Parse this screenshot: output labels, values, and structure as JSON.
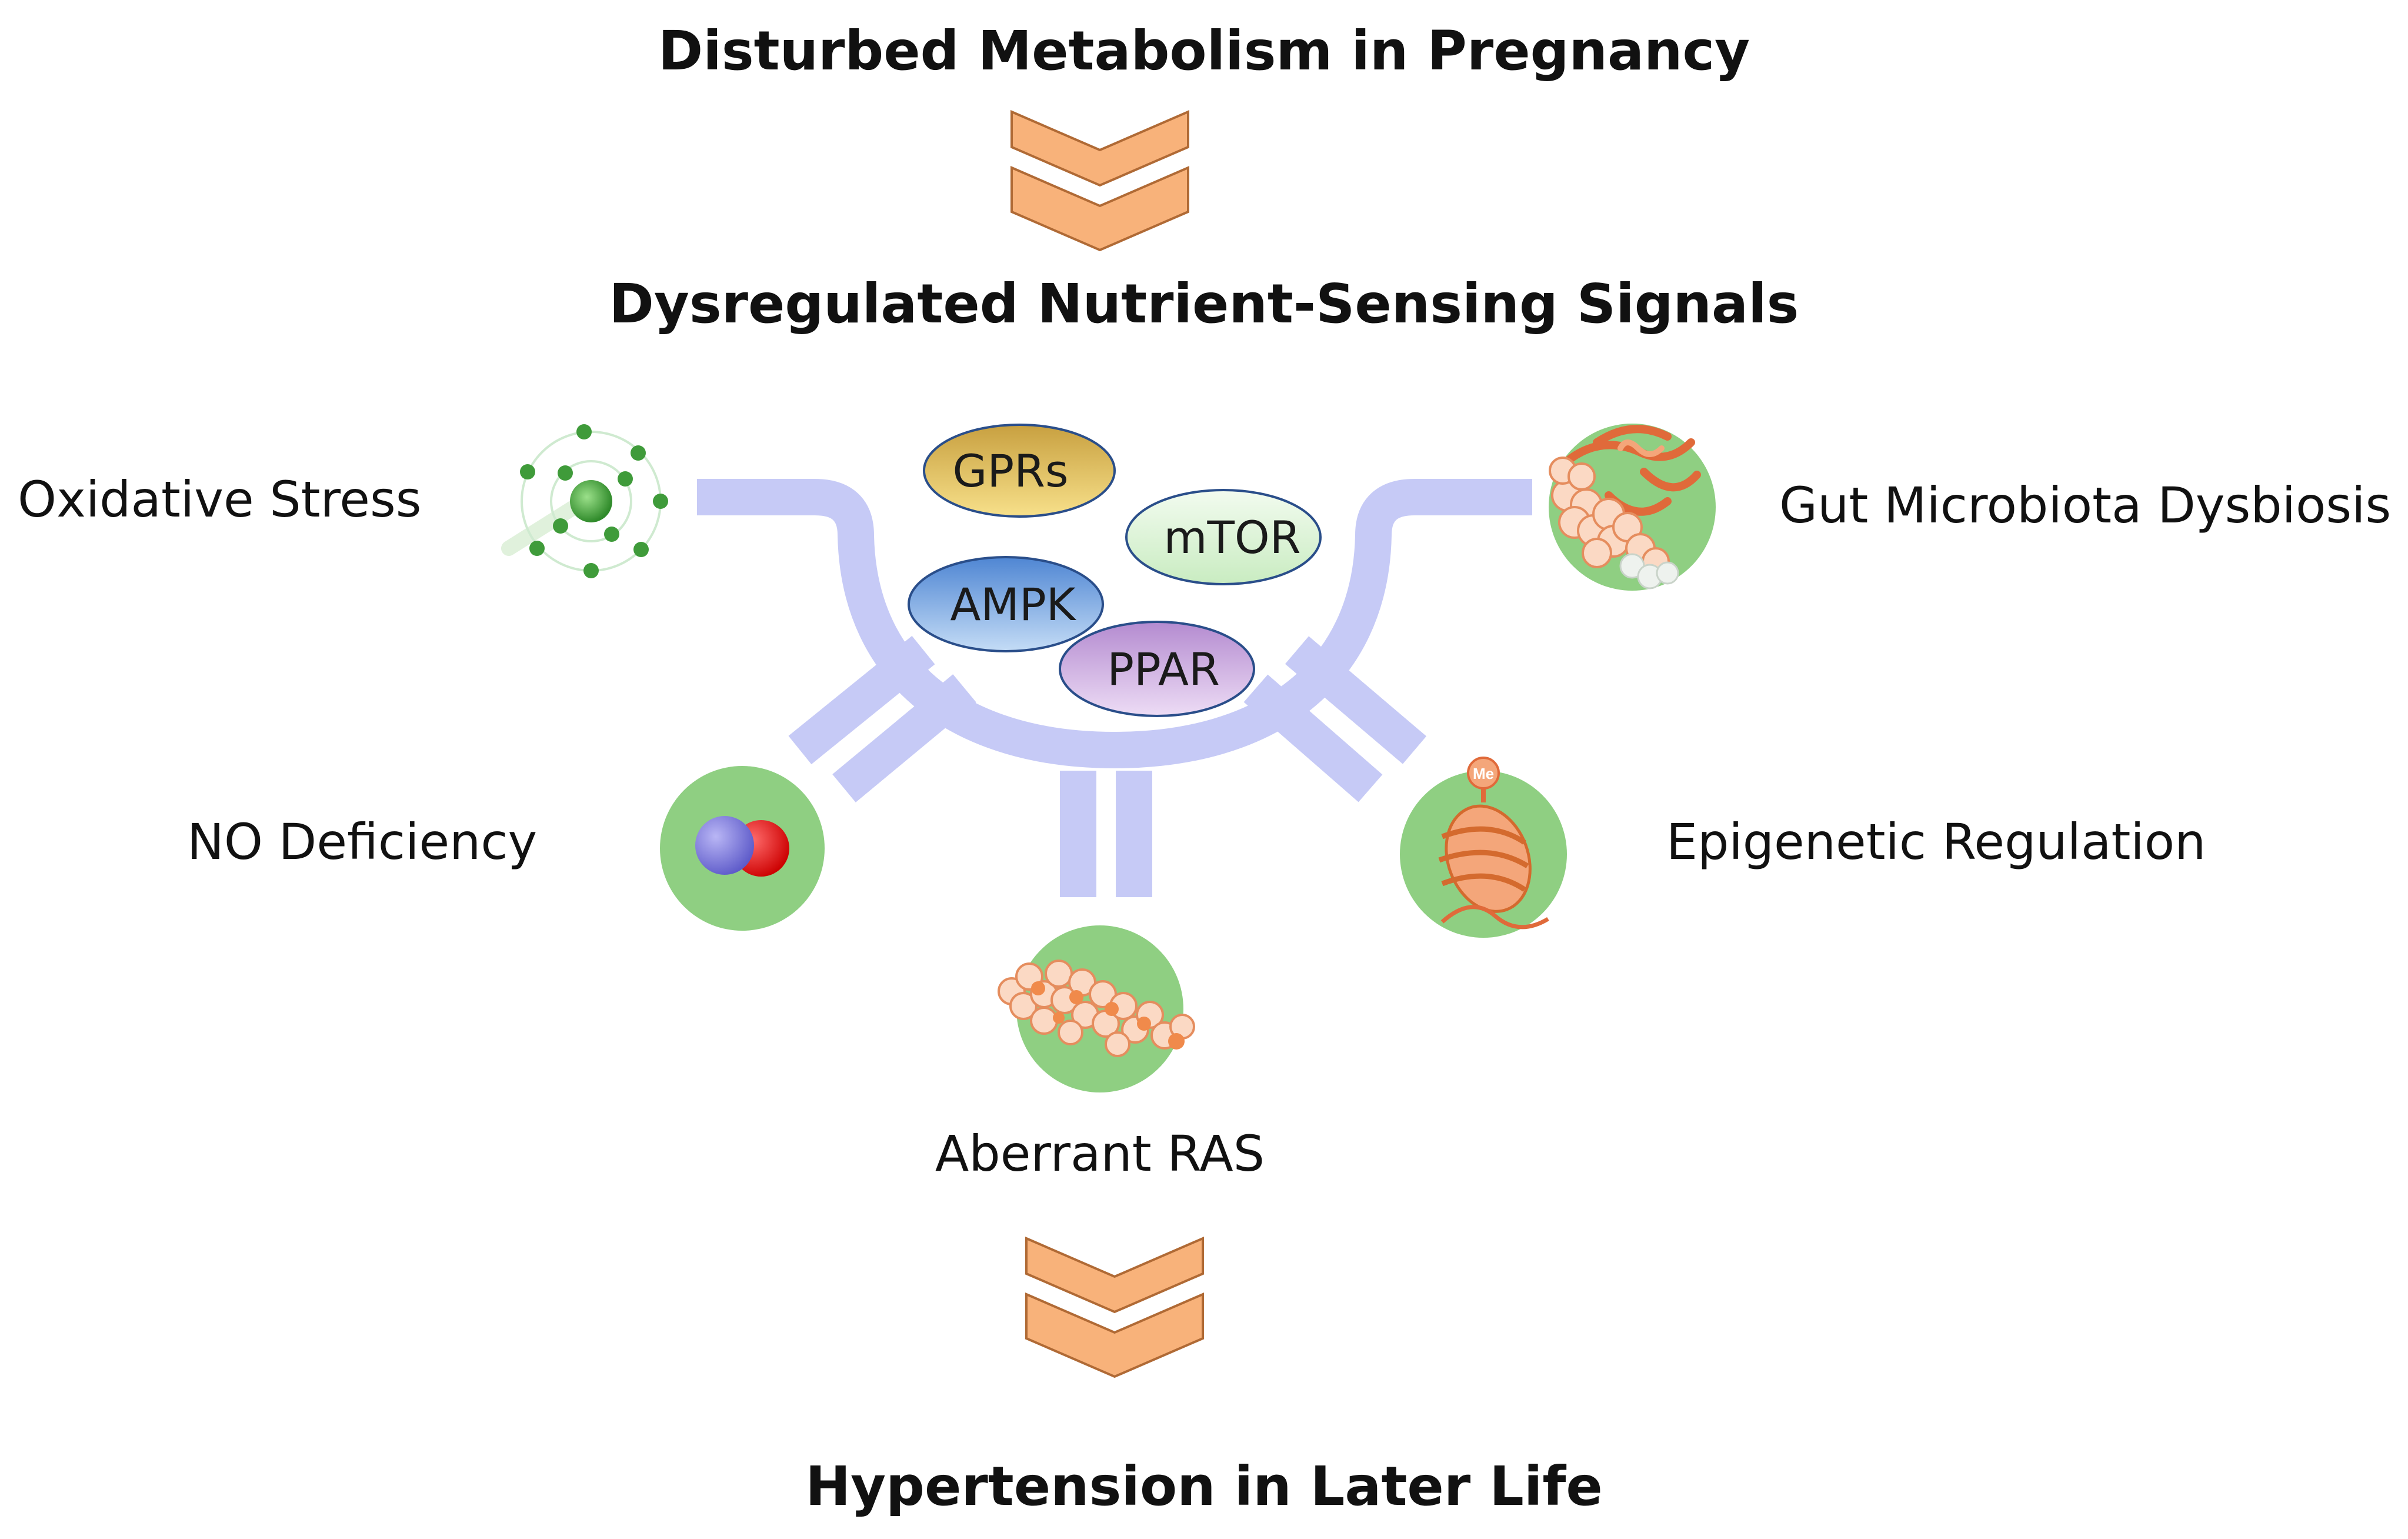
{
  "headings": {
    "top": "Disturbed Metabolism in Pregnancy",
    "middle": "Dysregulated Nutrient-Sensing Signals",
    "bottom": "Hypertension in Later Life"
  },
  "signals": [
    {
      "label": "GPRs",
      "color": "#e9c45f"
    },
    {
      "label": "mTOR",
      "color": "#d9f2d3"
    },
    {
      "label": "AMPK",
      "color": "#6fa4e0"
    },
    {
      "label": "PPAR",
      "color": "#c9a4dc"
    }
  ],
  "mechanisms": {
    "oxidative_stress": "Oxidative Stress",
    "gut_microbiota": "Gut Microbiota Dysbiosis",
    "no_deficiency": "NO Deficiency",
    "epigenetic": "Epigenetic Regulation",
    "aberrant_ras": "Aberrant RAS"
  },
  "methyl_tag": "Me",
  "colors": {
    "arrow": "#f8b27a",
    "connector": "#c6caf6",
    "icon_circle": "#8fcf82",
    "icon_accent": "#f08a4b"
  }
}
